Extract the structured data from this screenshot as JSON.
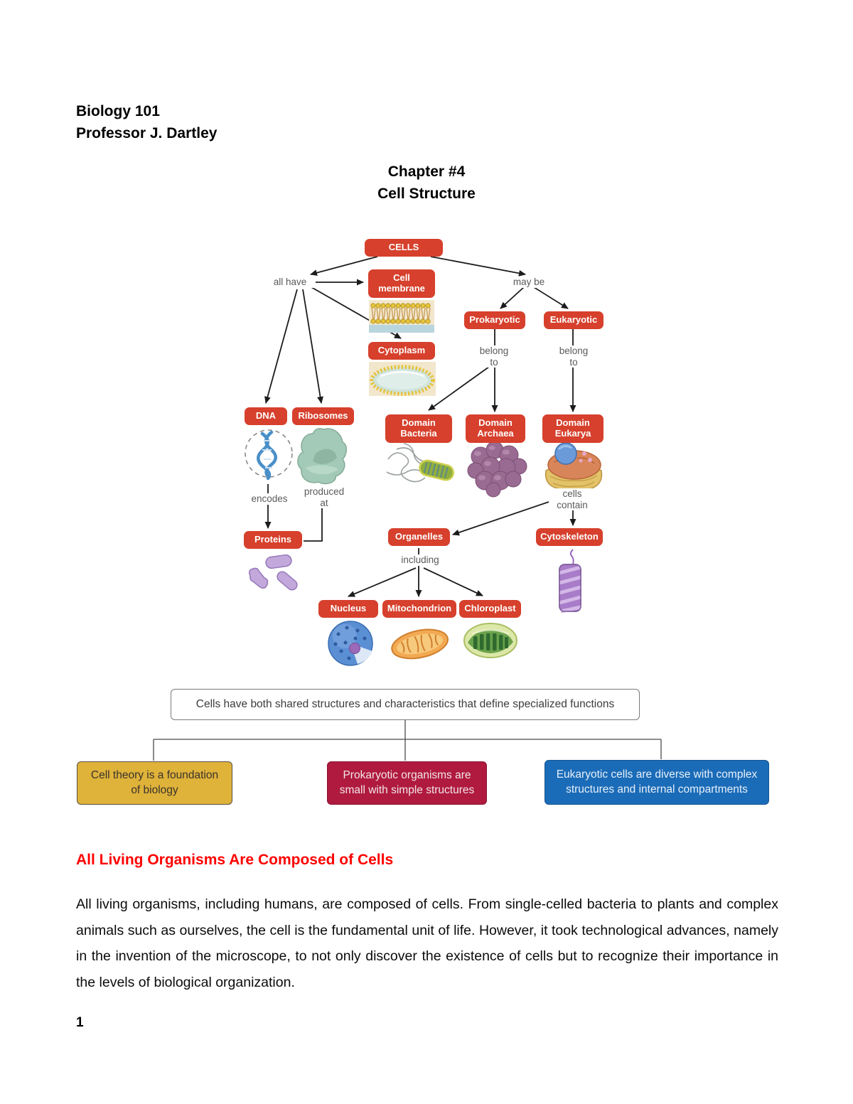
{
  "header": {
    "course": "Biology 101",
    "professor": "Professor J. Dartley",
    "chapter_line1": "Chapter #4",
    "chapter_line2": "Cell Structure"
  },
  "diagram": {
    "nodes": {
      "cells": "CELLS",
      "cell_membrane": "Cell membrane",
      "cytoplasm": "Cytoplasm",
      "prokaryotic": "Prokaryotic",
      "eukaryotic": "Eukaryotic",
      "dna": "DNA",
      "ribosomes": "Ribosomes",
      "domain_bacteria": "Domain Bacteria",
      "domain_archaea": "Domain Archaea",
      "domain_eukarya": "Domain Eukarya",
      "proteins": "Proteins",
      "organelles": "Organelles",
      "cytoskeleton": "Cytoskeleton",
      "nucleus": "Nucleus",
      "mitochondrion": "Mitochondrion",
      "chloroplast": "Chloroplast"
    },
    "edge_labels": {
      "all_have": "all have",
      "may_be": "may be",
      "belong_to_1": "belong to",
      "belong_to_2": "belong to",
      "encodes": "encodes",
      "produced_at": "produced at",
      "cells_contain": "cells contain",
      "including": "including"
    },
    "colors": {
      "node_red": "#d6402c",
      "node_text": "#ffffff",
      "edge_label_gray": "#5a5a5a",
      "arrow_black": "#1c1c1c"
    }
  },
  "summary": {
    "top_statement": "Cells have both shared structures and characteristics that define specialized functions",
    "boxes": [
      {
        "text": "Cell theory is a foundation of biology",
        "color": "#dfb23a",
        "text_color": "#39332c"
      },
      {
        "text": "Prokaryotic organisms are small with simple structures",
        "color": "#b01a3e",
        "text_color": "#f2e6ea"
      },
      {
        "text": "Eukaryotic cells are diverse with complex structures and internal compartments",
        "color": "#1b6cb8",
        "text_color": "#e7f0f9"
      }
    ]
  },
  "section": {
    "heading": "All Living Organisms Are Composed of Cells",
    "heading_color": "#ff0000",
    "paragraph": "All living organisms, including humans, are composed of cells. From single-celled bacteria to plants and complex animals such as ourselves, the cell is the fundamental unit of life. However, it took technological advances, namely in the invention of the microscope, to not only discover the existence of cells but to recognize their importance in the levels of biological organization."
  },
  "footer": {
    "page_number": "1"
  }
}
